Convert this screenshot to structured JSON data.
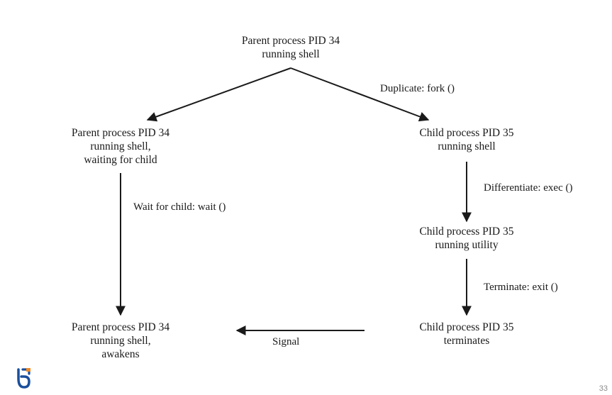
{
  "nodes": {
    "parent_top": [
      "Parent process PID 34",
      "running shell"
    ],
    "parent_waiting": [
      "Parent process PID 34",
      "running shell,",
      "waiting for child"
    ],
    "child_shell": [
      "Child process PID 35",
      "running shell"
    ],
    "child_utility": [
      "Child process PID 35",
      "running utility"
    ],
    "parent_awakens": [
      "Parent process PID 34",
      "running shell,",
      "awakens"
    ],
    "child_terminates": [
      "Child process PID 35",
      "terminates"
    ]
  },
  "edges": {
    "fork": "Duplicate: fork ()",
    "exec": "Differentiate: exec ()",
    "wait": "Wait for child: wait ()",
    "exit": "Terminate: exit ()",
    "signal": "Signal"
  },
  "page_number": "33",
  "colors": {
    "ink": "#1a1a1a",
    "logo_blue": "#1b4f9c",
    "logo_orange": "#f08a24"
  }
}
